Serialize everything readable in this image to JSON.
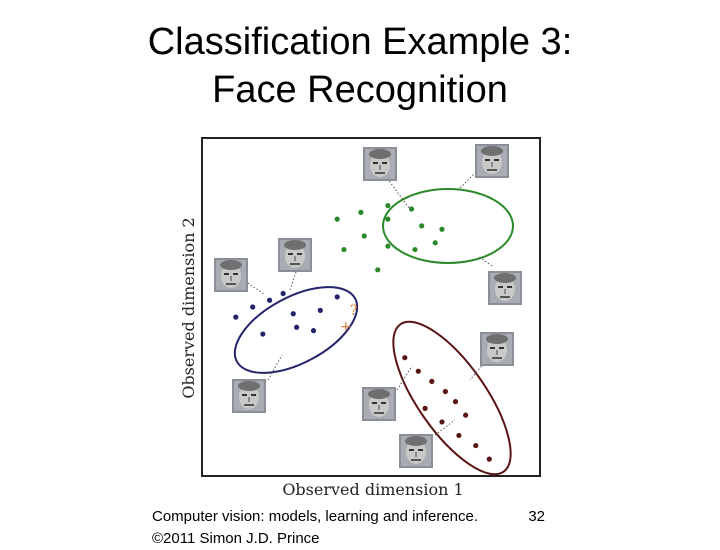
{
  "slide": {
    "title_line1": "Classification Example 3:",
    "title_line2": "Face Recognition"
  },
  "figure": {
    "xlabel": "Observed dimension 1",
    "ylabel": "Observed dimension 2",
    "query_label": "?",
    "colors": {
      "green": "#2a8a2a",
      "blue": "#24246b",
      "maroon": "#5a1414",
      "query": "#e07a3a",
      "frame": "#222222"
    },
    "clusters": [
      {
        "id": "green",
        "points": [
          [
            0.4,
            0.24
          ],
          [
            0.47,
            0.22
          ],
          [
            0.55,
            0.2
          ],
          [
            0.62,
            0.21
          ],
          [
            0.55,
            0.24
          ],
          [
            0.65,
            0.26
          ],
          [
            0.71,
            0.27
          ],
          [
            0.48,
            0.29
          ],
          [
            0.42,
            0.33
          ],
          [
            0.55,
            0.32
          ],
          [
            0.63,
            0.33
          ],
          [
            0.69,
            0.31
          ],
          [
            0.52,
            0.39
          ]
        ],
        "faces": 3
      },
      {
        "id": "blue",
        "points": [
          [
            0.1,
            0.53
          ],
          [
            0.15,
            0.5
          ],
          [
            0.2,
            0.48
          ],
          [
            0.24,
            0.46
          ],
          [
            0.27,
            0.52
          ],
          [
            0.35,
            0.51
          ],
          [
            0.4,
            0.47
          ],
          [
            0.18,
            0.58
          ],
          [
            0.28,
            0.56
          ],
          [
            0.33,
            0.57
          ]
        ],
        "faces": 3
      },
      {
        "id": "maroon",
        "points": [
          [
            0.6,
            0.65
          ],
          [
            0.64,
            0.69
          ],
          [
            0.68,
            0.72
          ],
          [
            0.72,
            0.75
          ],
          [
            0.75,
            0.78
          ],
          [
            0.78,
            0.82
          ],
          [
            0.66,
            0.8
          ],
          [
            0.71,
            0.84
          ],
          [
            0.76,
            0.88
          ],
          [
            0.81,
            0.91
          ],
          [
            0.85,
            0.95
          ]
        ],
        "faces": 3
      }
    ]
  },
  "footer": {
    "line1": "Computer vision: models, learning and inference.",
    "page_number": "32",
    "line2": "©2011 Simon J.D. Prince"
  }
}
